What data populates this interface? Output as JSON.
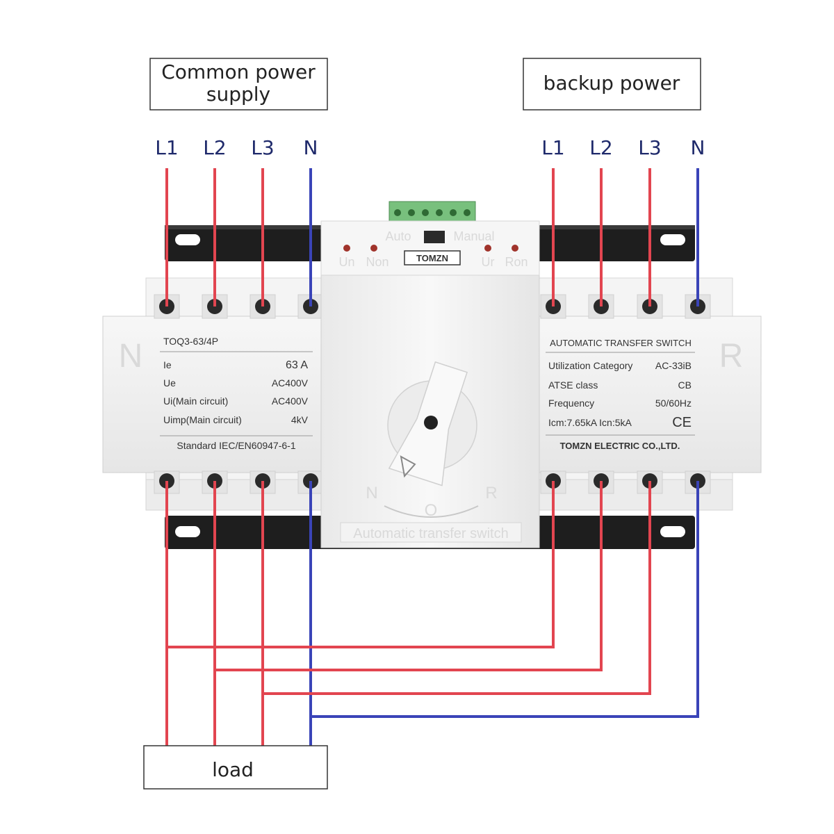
{
  "labels": {
    "common": [
      "Common power",
      "supply"
    ],
    "backup": "backup power",
    "load": "load"
  },
  "phases_left": [
    "L1",
    "L2",
    "L3",
    "N"
  ],
  "phases_right": [
    "L1",
    "L2",
    "L3",
    "N"
  ],
  "module": {
    "top_left_mark": "Auto",
    "top_right_mark": "Manual",
    "led_left_labels": [
      "Un",
      "Non"
    ],
    "led_right_labels": [
      "Ur",
      "Ron"
    ],
    "brand": "TOMZN",
    "side_left": "N",
    "side_right": "R",
    "dial_left": "N",
    "dial_mid": "O",
    "dial_right": "R",
    "bottom_text": "Automatic transfer switch"
  },
  "left_plate": {
    "model": "TOQ3-63/4P",
    "rows": [
      {
        "label": "Ie",
        "value": "63 A"
      },
      {
        "label": "Ue",
        "value": "AC400V"
      },
      {
        "label": "Ui(Main circuit)",
        "value": "AC400V"
      },
      {
        "label": "Uimp(Main circuit)",
        "value": "4kV"
      }
    ],
    "standard": "Standard IEC/EN60947-6-1"
  },
  "right_plate": {
    "title": "AUTOMATIC TRANSFER SWITCH",
    "rows": [
      {
        "label": "Utilization Category",
        "value": "AC-33iB"
      },
      {
        "label": "ATSE class",
        "value": "CB"
      },
      {
        "label": "Frequency",
        "value": "50/60Hz"
      },
      {
        "label": "Icm:7.65kA Icn:5kA",
        "value": "CE"
      }
    ],
    "maker": "TOMZN ELECTRIC CO.,LTD."
  },
  "colors": {
    "phase_wire": "#e24550",
    "neutral_wire": "#3a44b8",
    "terminal": "#2a2a2a",
    "rail": "#1e1e1e",
    "body": "#f1f1f1"
  }
}
